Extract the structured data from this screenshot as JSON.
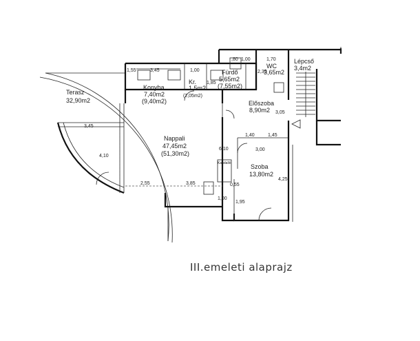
{
  "title": "III.emeleti alaprajz",
  "rooms": {
    "terasz": {
      "name": "Terasz",
      "area": "32,90m2"
    },
    "konyha": {
      "name": "Konyha",
      "area": "7,40m2",
      "area_alt": "(9,40m2)"
    },
    "kamra": {
      "name": "Kr.",
      "area": "1,5m2",
      "area_alt": "(2,05m2)"
    },
    "furdo": {
      "name": "Fürdő",
      "area": "5,65m2",
      "area_alt": "(7,55m2)"
    },
    "wc": {
      "name": "WC",
      "area": "3,65m2"
    },
    "lepcso": {
      "name": "Lépcső",
      "area": "3,4m2"
    },
    "eloszoba": {
      "name": "Előszoba",
      "area": "8,90m2"
    },
    "nappali": {
      "name": "Nappali",
      "area": "47,45m2",
      "area_alt": "(51,30m2)"
    },
    "szoba": {
      "name": "Szoba",
      "area": "13,80m2"
    },
    "kandallo": {
      "name": "Kandalló"
    }
  },
  "dimensions": {
    "d_345_top": "3,45",
    "d_345_left": "3,45",
    "d_100_a": "1,00",
    "d_80": ",80",
    "d_100_b": "1,00",
    "d_170": "1,70",
    "d_155": "1,55",
    "d_185": "1,85",
    "d_235": "2,35",
    "d_305": "3,05",
    "d_140": "1,40",
    "d_145": "1,45",
    "d_300": "3,00",
    "d_410": "4,10",
    "d_610": "6,10",
    "d_255": "2,55",
    "d_385": "3,85",
    "d_55": "0,55",
    "d_100_c": "1,00",
    "d_195": "1,95",
    "d_425": "4,25"
  }
}
